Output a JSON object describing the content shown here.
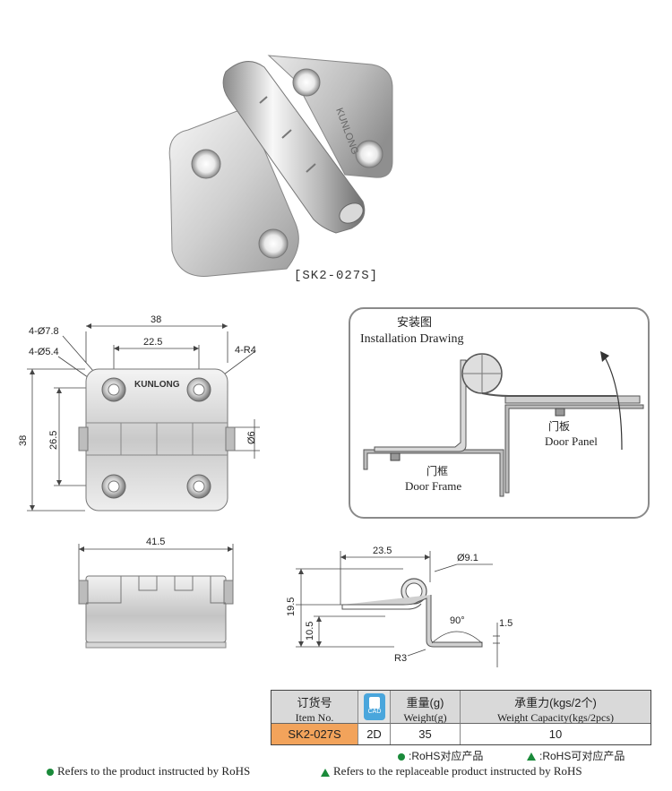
{
  "product": {
    "model_code": "[SK2-027S]",
    "brand_mark": "KUNLONG"
  },
  "front_view": {
    "dims": {
      "width": "38",
      "hole_spacing": "22.5",
      "height": "38",
      "hole_vertical": "26.5",
      "pin": "Ø6",
      "hole_large": "4-Ø7.8",
      "hole_small": "4-Ø5.4",
      "corner_radius": "4-R4"
    }
  },
  "bottom_view": {
    "dims": {
      "total_width": "41.5"
    }
  },
  "side_view": {
    "dims": {
      "leaf_length": "23.5",
      "knuckle": "Ø9.1",
      "height": "19.5",
      "step": "10.5",
      "angle": "90°",
      "thickness": "1.5",
      "radius": "R3"
    }
  },
  "installation": {
    "title_cn": "安装图",
    "title_en": "Installation Drawing",
    "door_panel_cn": "门板",
    "door_panel_en": "Door Panel",
    "door_frame_cn": "门框",
    "door_frame_en": "Door Frame"
  },
  "spec_table": {
    "headers": {
      "item_no_cn": "订货号",
      "item_no_en": "Item No.",
      "cad": "CAD",
      "weight_cn": "重量(g)",
      "weight_en": "Weight(g)",
      "capacity_cn": "承重力(kgs/2个)",
      "capacity_en": "Weight Capacity(kgs/2pcs)"
    },
    "row": {
      "item_no": "SK2-027S",
      "cad": "2D",
      "weight": "35",
      "capacity": "10"
    }
  },
  "legend": {
    "rohs_cn": ":RoHS对应产品",
    "rohs_replaceable_cn": ":RoHS可对应产品",
    "rohs_en": "Refers to the product instructed by RoHS",
    "rohs_replaceable_en": "Refers to the replaceable product instructed by RoHS"
  },
  "colors": {
    "rohs_green": "#1a8a3a",
    "table_highlight": "#f2a35b",
    "metal_light": "#ececec",
    "metal_dark": "#8a8a8a"
  }
}
